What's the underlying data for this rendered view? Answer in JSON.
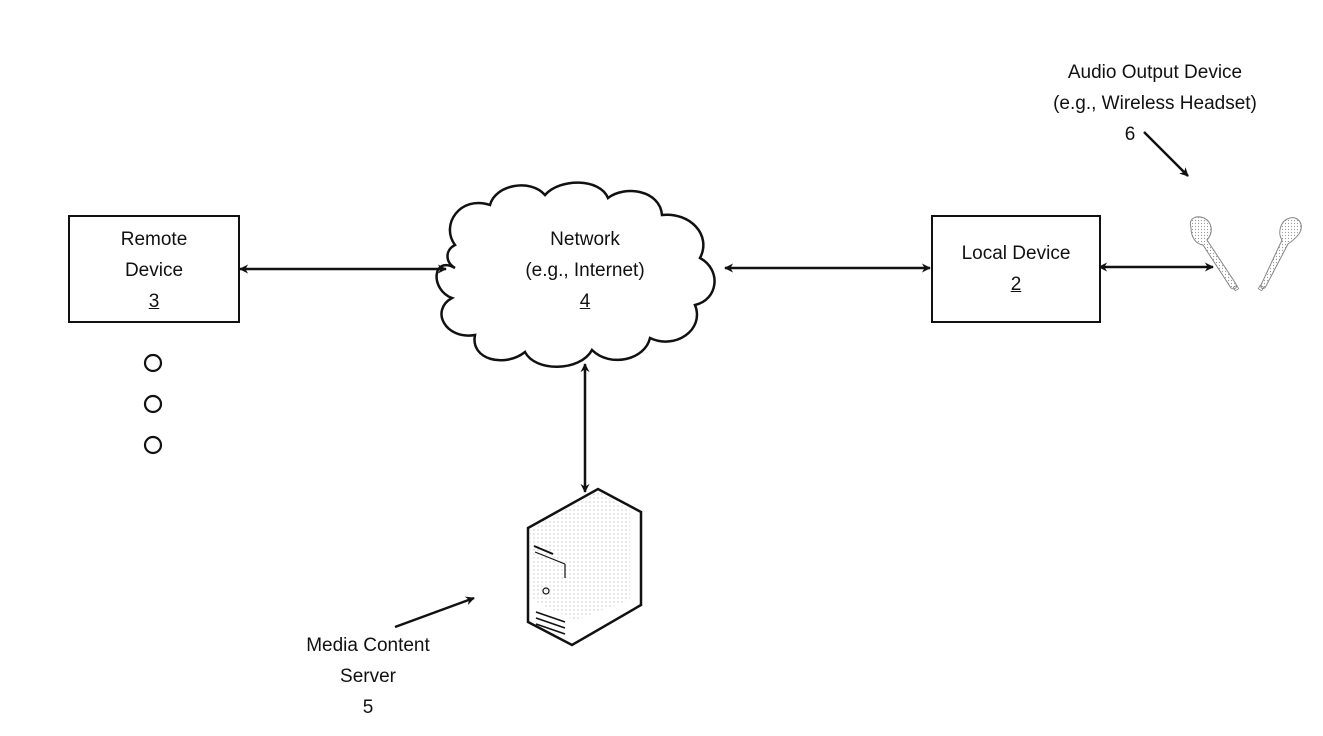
{
  "diagram": {
    "nodes": {
      "remote_device": {
        "line1": "Remote",
        "line2": "Device",
        "ref": "3"
      },
      "network": {
        "line1": "Network",
        "line2": "(e.g., Internet)",
        "ref": "4"
      },
      "local_device": {
        "line1": "Local Device",
        "ref": "2"
      },
      "audio_output": {
        "line1": "Audio Output Device",
        "line2": "(e.g., Wireless Headset)",
        "ref": "6"
      },
      "media_server": {
        "line1": "Media Content",
        "line2": "Server",
        "ref": "5"
      }
    },
    "connections": [
      {
        "from": "remote_device",
        "to": "network",
        "type": "bidirectional"
      },
      {
        "from": "network",
        "to": "local_device",
        "type": "bidirectional"
      },
      {
        "from": "local_device",
        "to": "audio_output",
        "type": "bidirectional"
      },
      {
        "from": "network",
        "to": "media_server",
        "type": "bidirectional"
      }
    ],
    "ellipsis_count": 3
  }
}
